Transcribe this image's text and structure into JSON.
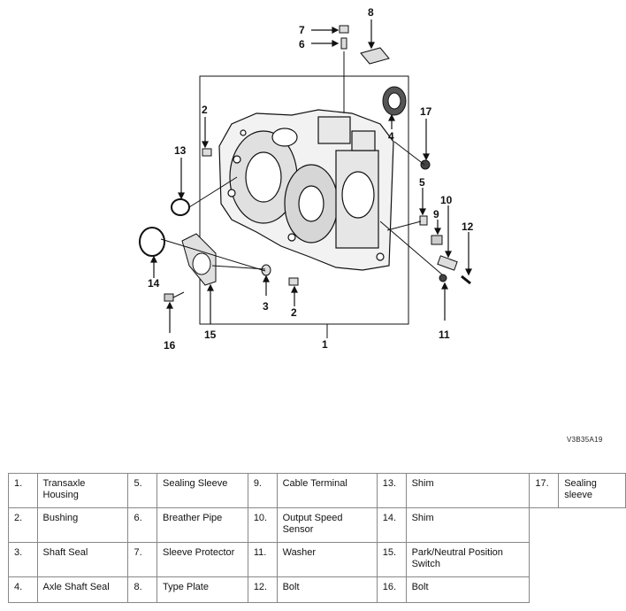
{
  "diagram": {
    "code": "V3B35A19",
    "callouts": [
      "1",
      "2",
      "2",
      "3",
      "4",
      "5",
      "6",
      "7",
      "8",
      "9",
      "10",
      "11",
      "12",
      "13",
      "14",
      "15",
      "16",
      "17"
    ]
  },
  "parts": [
    {
      "num": "1.",
      "name": "Transaxle Housing"
    },
    {
      "num": "2.",
      "name": "Bushing"
    },
    {
      "num": "3.",
      "name": "Shaft Seal"
    },
    {
      "num": "4.",
      "name": "Axle Shaft Seal"
    },
    {
      "num": "5.",
      "name": "Sealing Sleeve"
    },
    {
      "num": "6.",
      "name": "Breather Pipe"
    },
    {
      "num": "7.",
      "name": "Sleeve Protector"
    },
    {
      "num": "8.",
      "name": "Type Plate"
    },
    {
      "num": "9.",
      "name": "Cable Terminal"
    },
    {
      "num": "10.",
      "name": "Output Speed Sensor"
    },
    {
      "num": "11.",
      "name": "Washer"
    },
    {
      "num": "12.",
      "name": "Bolt"
    },
    {
      "num": "13.",
      "name": "Shim"
    },
    {
      "num": "14.",
      "name": "Shim"
    },
    {
      "num": "15.",
      "name": "Park/Neutral Position Switch"
    },
    {
      "num": "16.",
      "name": "Bolt"
    },
    {
      "num": "17.",
      "name": "Sealing sleeve"
    }
  ]
}
